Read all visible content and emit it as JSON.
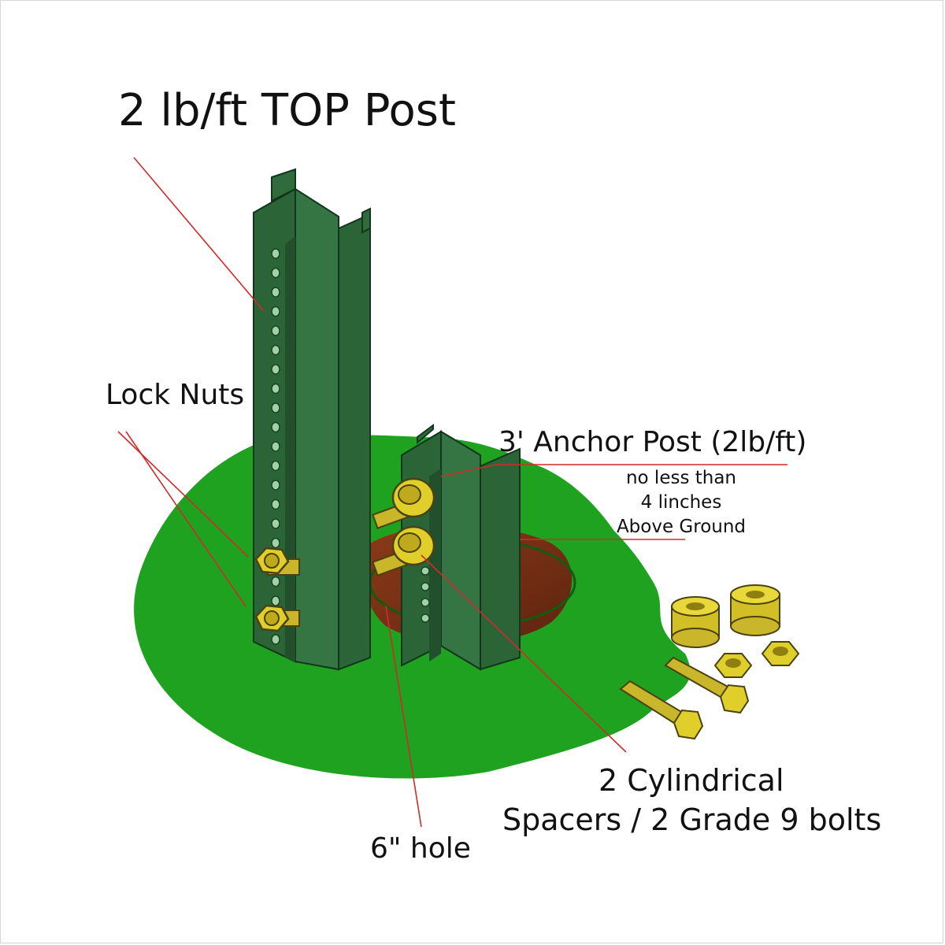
{
  "labels": {
    "title": "2 lb/ft TOP Post",
    "lock_nuts": "Lock Nuts",
    "anchor_post": "3' Anchor Post (2lb/ft)",
    "anchor_note": [
      "no less than",
      "4 linches",
      "Above Ground"
    ],
    "spacers_line1": "2 Cylindrical",
    "spacers_line2": "Spacers / 2 Grade 9 bolts",
    "hole": "6\" hole"
  },
  "colors": {
    "ground": "#1fa21f",
    "post": "#2f6b3c",
    "hardware": "#e0cf2b",
    "soil": "#7a2c12",
    "leader": "#d22a2a"
  }
}
